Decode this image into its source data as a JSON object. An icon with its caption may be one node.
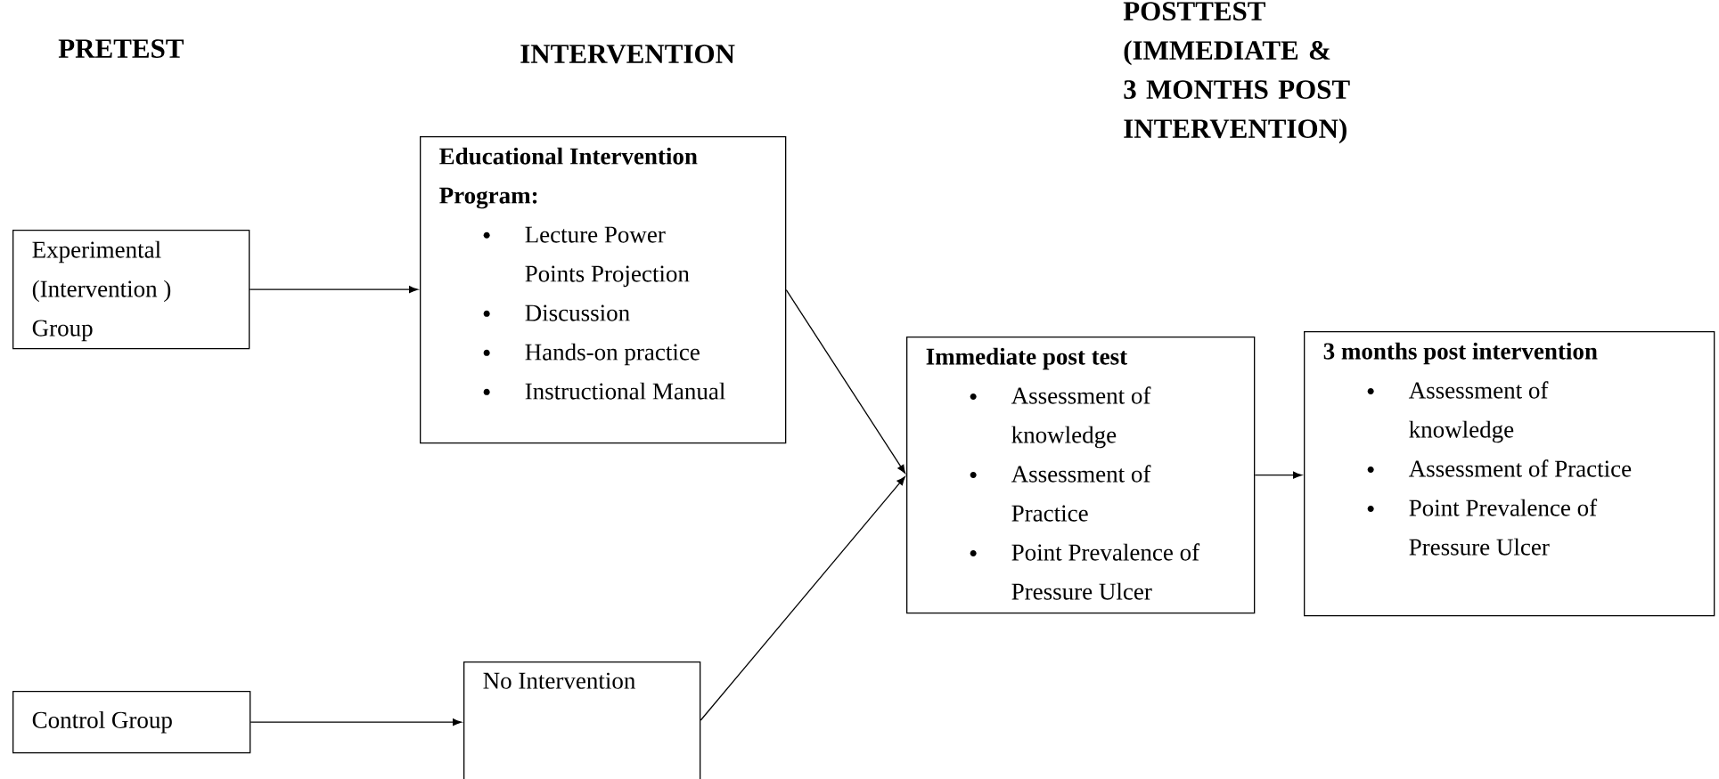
{
  "diagram": {
    "nodes": [
      {
        "text": [
          "Experimental (Intervention ) Group"
        ]
      },
      {
        "text": [
          "Educational Intervention Program:",
          "Lecture Power Points Projection",
          "Discussion",
          "Hands-on practice",
          "Instructional Manual"
        ]
      },
      {
        "text": [
          "Control Group"
        ]
      },
      {
        "text": [
          "No Intervention"
        ]
      },
      {
        "text": [
          "Immediate post test",
          "Assessment of knowledge",
          "Assessment of Practice",
          "Point Prevalence of Pressure Ulcer"
        ]
      },
      {
        "text": [
          "3 months post intervention",
          "Assessment of knowledge",
          "Assessment of Practice",
          "Point Prevalence of Pressure Ulcer"
        ]
      }
    ],
    "edges": [
      {
        "from": 0,
        "to": 1,
        "arrow": "to"
      },
      {
        "from": 2,
        "to": 3,
        "arrow": "to"
      },
      {
        "from": 1,
        "to": 4,
        "arrow": "to"
      },
      {
        "from": 3,
        "to": 4,
        "arrow": "to"
      },
      {
        "from": 4,
        "to": 5,
        "arrow": "to"
      }
    ],
    "labels": [
      "PRETEST",
      "INTERVENTION",
      "POSTTEST (IMMEDIATE & 3 MONTHS POST INTERVENTION)"
    ]
  }
}
